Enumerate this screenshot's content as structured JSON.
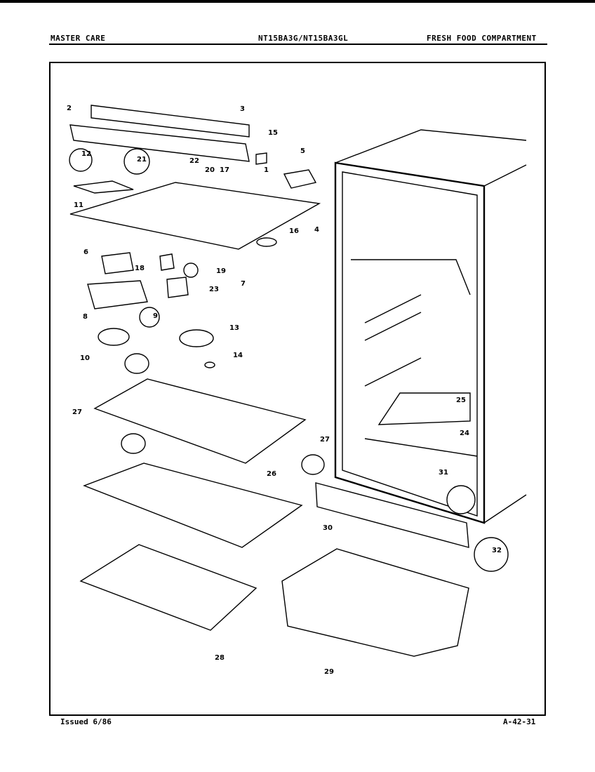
{
  "header": {
    "left": "MASTER CARE",
    "center": "NT15BA3G/NT15BA3GL",
    "right": "FRESH FOOD COMPARTMENT"
  },
  "footer": {
    "issued": "Issued 6/86",
    "code": "A-42-31"
  },
  "callouts": [
    "2",
    "3",
    "15",
    "5",
    "12",
    "21",
    "22",
    "20",
    "17",
    "1",
    "11",
    "4",
    "16",
    "6",
    "18",
    "19",
    "7",
    "23",
    "8",
    "9",
    "13",
    "10",
    "14",
    "27",
    "26",
    "27",
    "25",
    "24",
    "31",
    "30",
    "32",
    "28",
    "29"
  ]
}
